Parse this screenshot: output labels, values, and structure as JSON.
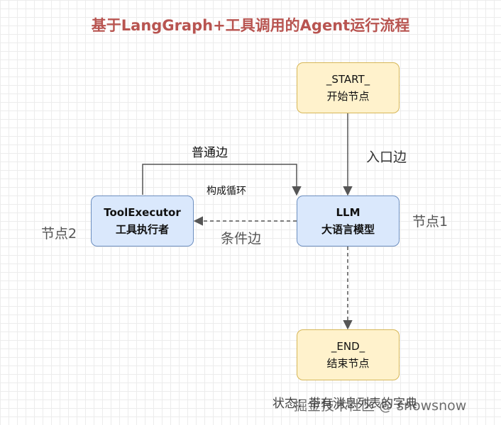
{
  "title": "基于LangGraph+工具调用的Agent运行流程",
  "nodes": {
    "start": {
      "line1": "_START_",
      "line2": "开始节点"
    },
    "llm": {
      "line1": "LLM",
      "line2": "大语言模型"
    },
    "tool": {
      "line1": "ToolExecutor",
      "line2": "工具执行者"
    },
    "end": {
      "line1": "_END_",
      "line2": "结束节点"
    }
  },
  "edge_labels": {
    "entry": "入口边",
    "normal": "普通边",
    "cycle": "构成循环",
    "conditional": "条件边"
  },
  "node_labels": {
    "llm": "节点1",
    "tool": "节点2"
  },
  "caption": "状态：带有消息列表的字典",
  "watermark": "掘金技术社区 @ snowsnow",
  "colors": {
    "title": "#b85450",
    "yellow_fill": "#fff2cc",
    "yellow_border": "#d6b656",
    "blue_fill": "#dae8fc",
    "blue_border": "#6c8ebf",
    "edge": "#555555"
  }
}
